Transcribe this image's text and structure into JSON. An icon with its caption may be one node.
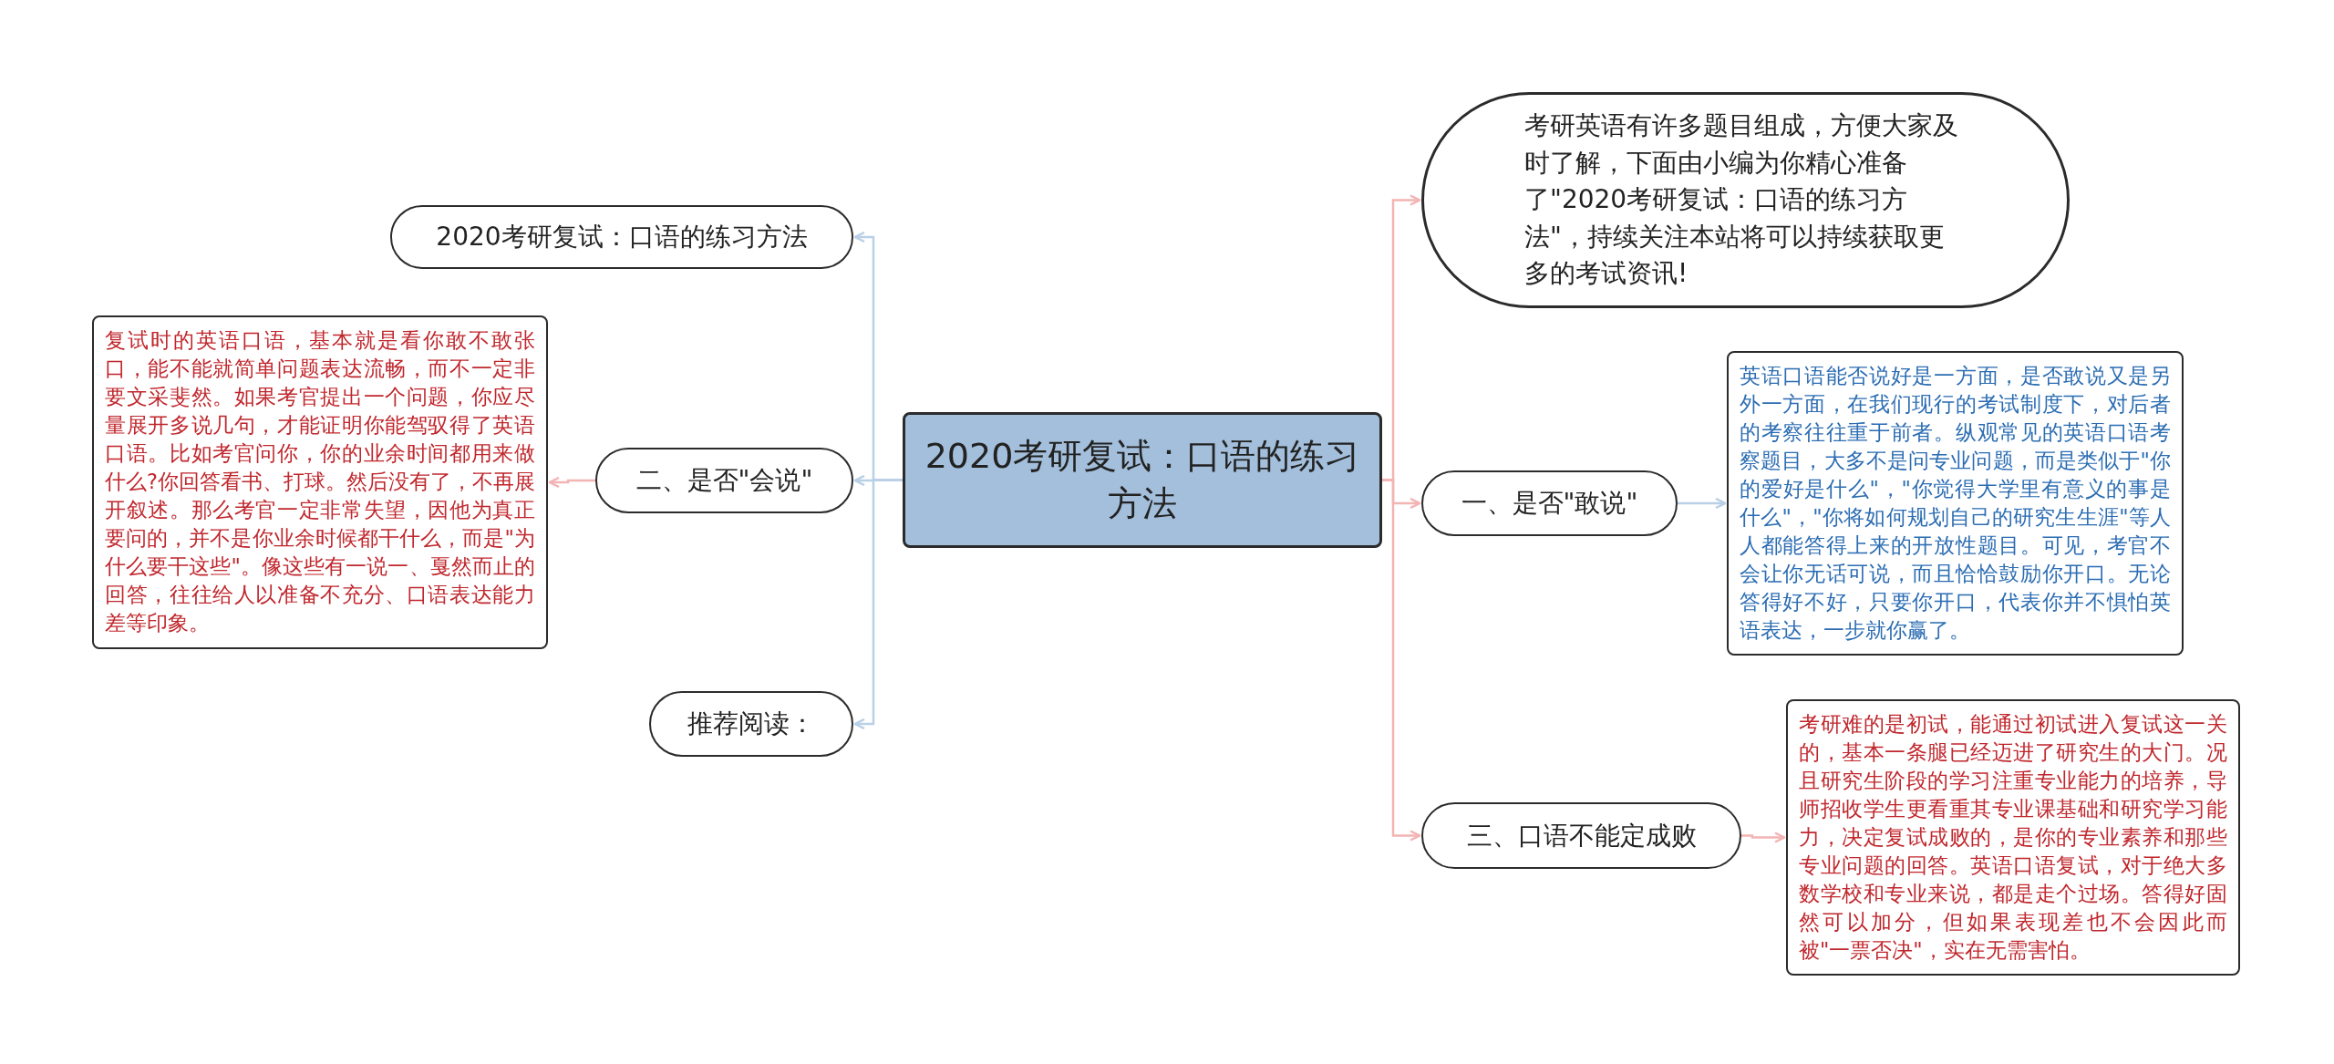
{
  "diagram": {
    "nodes": [
      {
        "text": [
          "2020考研复试：口语的练习方法"
        ]
      },
      {
        "text": [
          "2020考研复试：口语的练习方法"
        ]
      },
      {
        "text": [
          "二、是否\"会说\""
        ]
      },
      {
        "text": [
          "复试时的英语口语，基本就是看你敢不敢张口，能不能就简单问题表达流畅，而不一定非要文采斐然。如果考官提出一个问题，你应尽量展开多说几句，才能证明你能驾驭得了英语口语。比如考官问你，你的业余时间都用来做什么?你回答看书、打球。然后没有了，不再展开叙述。那么考官一定非常失望，因他为真正要问的，并不是你业余时候都干什么，而是\"为什么要干这些\"。像这些有一说一、戛然而止的回答，往往给人以准备不充分、口语表达能力差等印象。"
        ]
      },
      {
        "text": [
          "推荐阅读："
        ]
      },
      {
        "text": [
          "考研英语有许多题目组成，方便大家及时了解，下面由小编为你精心准备了\"2020考研复试：口语的练习方法\"，持续关注本站将可以持续获取更多的考试资讯!"
        ]
      },
      {
        "text": [
          "一、是否\"敢说\""
        ]
      },
      {
        "text": [
          "英语口语能否说好是一方面，是否敢说又是另外一方面，在我们现行的考试制度下，对后者的考察往往重于前者。纵观常见的英语口语考察题目，大多不是问专业问题，而是类似于\"你的爱好是什么\"，\"你觉得大学里有意义的事是什么\"，\"你将如何规划自己的研究生生涯\"等人人都能答得上来的开放性题目。可见，考官不会让你无话可说，而且恰恰鼓励你开口。无论答得好不好，只要你开口，代表你并不惧怕英语表达，一步就你赢了。"
        ]
      },
      {
        "text": [
          "三、口语不能定成败"
        ]
      },
      {
        "text": [
          "考研难的是初试，能通过初试进入复试这一关的，基本一条腿已经迈进了研究生的大门。况且研究生阶段的学习注重专业能力的培养，导师招收学生更看重其专业课基础和研究学习能力，决定复试成败的，是你的专业素养和那些专业问题的回答。英语口语复试，对于绝大多数学校和专业来说，都是走个过场。答得好固然可以加分，但如果表现差也不会因此而被\"一票否决\"，实在无需害怕。"
        ]
      }
    ],
    "edges": [
      {
        "from": 0,
        "to": 1,
        "arrow": "to",
        "color": "#b9d0e6"
      },
      {
        "from": 0,
        "to": 2,
        "arrow": "to",
        "color": "#b9d0e6"
      },
      {
        "from": 2,
        "to": 3,
        "arrow": "to"
      },
      {
        "from": 0,
        "to": 4,
        "arrow": "to",
        "color": "#b9d0e6"
      },
      {
        "from": 0,
        "to": 5,
        "arrow": "to"
      },
      {
        "from": 0,
        "to": 6,
        "arrow": "to"
      },
      {
        "from": 6,
        "to": 7,
        "arrow": "to",
        "color": "#b9d0e6"
      },
      {
        "from": 0,
        "to": 8,
        "arrow": "to"
      },
      {
        "from": 8,
        "to": 9,
        "arrow": "to"
      }
    ]
  }
}
